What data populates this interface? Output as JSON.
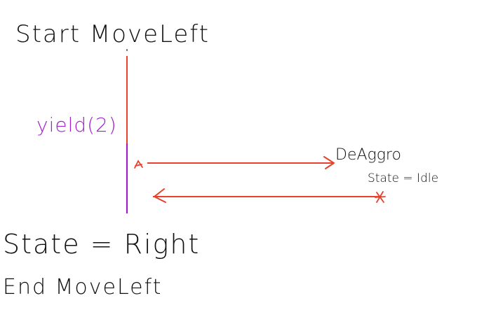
{
  "diagram": {
    "title": "Start MoveLeft",
    "yield_label": "yield(2)",
    "deaggro_label": "DeAggro",
    "state_idle_label": "State = Idle",
    "state_right_label": "State = Right",
    "end_label": "End MoveLeft",
    "colors": {
      "ink": "#111111",
      "timeline": "#9b1fc2",
      "arrow": "#e8402a",
      "yield": "#a41dd1"
    }
  }
}
